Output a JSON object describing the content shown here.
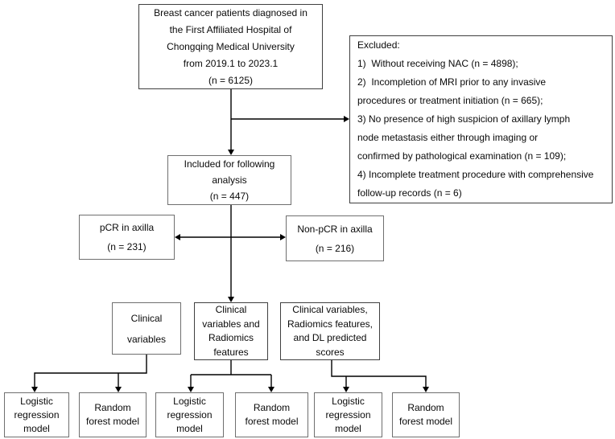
{
  "colors": {
    "background": "#ffffff",
    "line": "#000000",
    "border_dark": "#3f3f3f",
    "border_gray": "#6f6f6f",
    "text": "#0a0a0a"
  },
  "flowchart": {
    "population": "Breast cancer patients diagnosed in\nthe First Affiliated Hospital of\nChongqing Medical University\nfrom 2019.1 to 2023.1\n(n = 6125)",
    "excluded": "Excluded:\n1)  Without receiving NAC (n = 4898);\n2)  Incompletion of MRI prior to any invasive\nprocedures or treatment initiation (n = 665);\n3) No presence of high suspicion of axillary lymph\nnode metastasis either through imaging or\nconfirmed by pathological examination (n = 109);\n4) Incomplete treatment procedure with comprehensive\nfollow-up records (n = 6)",
    "included": "Included for following\nanalysis\n(n = 447)",
    "pcr": "pCR in axilla\n(n = 231)",
    "non_pcr": "Non-pCR in axilla\n(n = 216)",
    "feature_sets": [
      {
        "text": "Clinical\nvariables"
      },
      {
        "text": "Clinical\nvariables and\nRadiomics\nfeatures"
      },
      {
        "text": "Clinical variables,\nRadiomics features,\nand DL predicted\nscores"
      }
    ],
    "models": [
      {
        "text": "Logistic\nregression\nmodel"
      },
      {
        "text": "Random\nforest model"
      },
      {
        "text": "Logistic\nregression\nmodel"
      },
      {
        "text": "Random\nforest model"
      },
      {
        "text": "Logistic\nregression\nmodel"
      },
      {
        "text": "Random\nforest model"
      }
    ]
  }
}
